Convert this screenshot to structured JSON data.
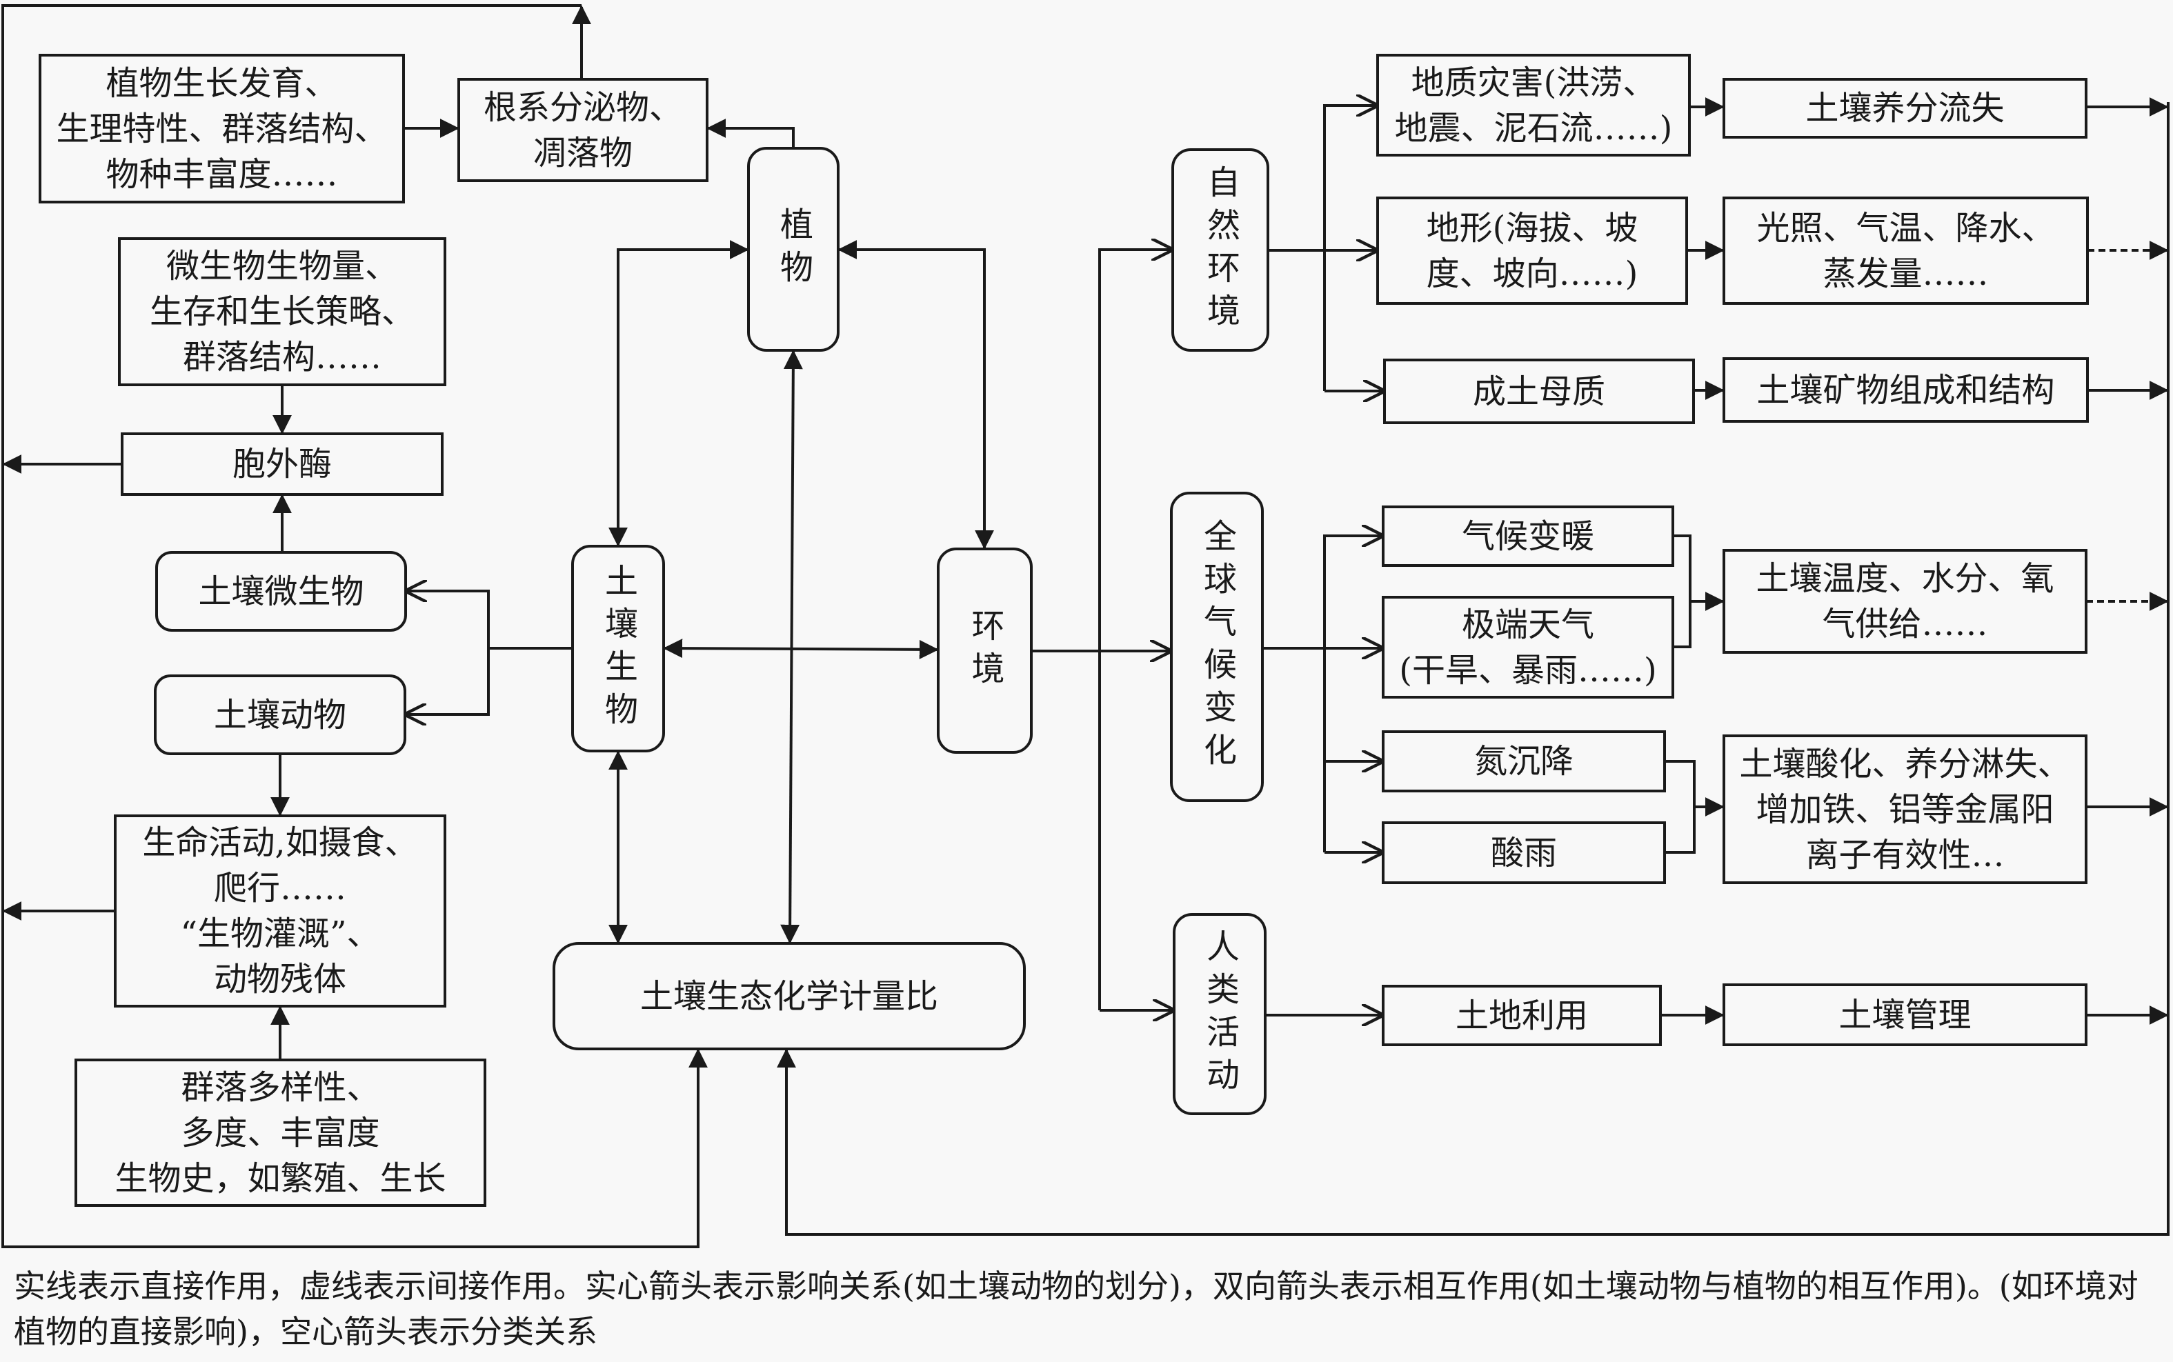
{
  "diagram": {
    "nodes": {
      "plant_growth": "植物生长发育、\n生理特性、群落结构、\n物种丰富度……",
      "root_exudates": "根系分泌物、\n凋落物",
      "plant": "植物",
      "microbe_biomass": "微生物生物量、\n生存和生长策略、\n群落结构……",
      "extracellular_enzyme": "胞外酶",
      "soil_microbes": "土壤微生物",
      "soil_animals": "土壤动物",
      "life_activities": "生命活动,如摄食、\n爬行……\n“生物灌溉”、\n动物残体",
      "community_diversity": "群落多样性、\n多度、丰富度\n生物史，如繁殖、生长",
      "soil_organisms": "土壤生物",
      "environment": "环境",
      "soil_stoichiometry": "土壤生态化学计量比",
      "natural_environment": "自然环境",
      "global_climate_change": "全球气候变化",
      "human_activities": "人类活动",
      "geological_hazards": "地质灾害(洪涝、\n地震、泥石流……)",
      "topography": "地形(海拔、坡\n度、坡向……)",
      "parent_material": "成土母质",
      "nutrient_loss": "土壤养分流失",
      "climate_factors": "光照、气温、降水、\n蒸发量……",
      "soil_mineral": "土壤矿物组成和结构",
      "warming": "气候变暖",
      "extreme_weather": "极端天气\n(干旱、暴雨……)",
      "soil_conditions": "土壤温度、水分、氧\n气供给……",
      "nitrogen_deposition": "氮沉降",
      "acid_rain": "酸雨",
      "acidification": "土壤酸化、养分淋失、\n增加铁、铝等金属阳\n离子有效性…",
      "land_use": "土地利用",
      "soil_management": "土壤管理"
    },
    "caption": "实线表示直接作用，虚线表示间接作用。实心箭头表示影响关系(如土壤动物的划分)，双向箭头表示相互作用(如土壤动物与植物的相互作用)。(如环境对植物的直接影响)，空心箭头表示分类关系",
    "colors": {
      "stroke": "#1a1a1a",
      "background": "#f8f8f8"
    },
    "edges": [
      {
        "from": "plant_growth",
        "to": "root_exudates",
        "style": "solid",
        "head": "filled"
      },
      {
        "from": "plant",
        "to": "root_exudates",
        "style": "solid",
        "head": "filled"
      },
      {
        "from": "root_exudates",
        "to": "outer_loop_top",
        "style": "solid",
        "head": "filled"
      },
      {
        "from": "microbe_biomass",
        "to": "extracellular_enzyme",
        "style": "solid",
        "head": "filled"
      },
      {
        "from": "soil_microbes",
        "to": "extracellular_enzyme",
        "style": "solid",
        "head": "filled"
      },
      {
        "from": "extracellular_enzyme",
        "to": "outer_loop_left",
        "style": "solid",
        "head": "filled"
      },
      {
        "from": "soil_organisms",
        "to": "soil_microbes",
        "style": "solid",
        "head": "open"
      },
      {
        "from": "soil_organisms",
        "to": "soil_animals",
        "style": "solid",
        "head": "open"
      },
      {
        "from": "soil_animals",
        "to": "life_activities",
        "style": "solid",
        "head": "filled"
      },
      {
        "from": "community_diversity",
        "to": "life_activities",
        "style": "solid",
        "head": "filled"
      },
      {
        "from": "life_activities",
        "to": "outer_loop_left",
        "style": "solid",
        "head": "filled"
      },
      {
        "from": "soil_organisms",
        "to": "plant",
        "style": "solid",
        "head": "double"
      },
      {
        "from": "plant",
        "to": "environment",
        "style": "solid",
        "head": "double"
      },
      {
        "from": "soil_organisms",
        "to": "environment",
        "style": "solid",
        "head": "double"
      },
      {
        "from": "soil_organisms",
        "to": "soil_stoichiometry",
        "style": "solid",
        "head": "double"
      },
      {
        "from": "plant",
        "to": "soil_stoichiometry",
        "style": "solid",
        "head": "double"
      },
      {
        "from": "environment",
        "to": "natural_environment",
        "style": "solid",
        "head": "open"
      },
      {
        "from": "environment",
        "to": "global_climate_change",
        "style": "solid",
        "head": "open"
      },
      {
        "from": "environment",
        "to": "human_activities",
        "style": "solid",
        "head": "open"
      },
      {
        "from": "natural_environment",
        "to": "geological_hazards",
        "style": "solid",
        "head": "open"
      },
      {
        "from": "natural_environment",
        "to": "topography",
        "style": "solid",
        "head": "open"
      },
      {
        "from": "natural_environment",
        "to": "parent_material",
        "style": "solid",
        "head": "open"
      },
      {
        "from": "geological_hazards",
        "to": "nutrient_loss",
        "style": "solid",
        "head": "filled"
      },
      {
        "from": "topography",
        "to": "climate_factors",
        "style": "solid",
        "head": "filled"
      },
      {
        "from": "parent_material",
        "to": "soil_mineral",
        "style": "solid",
        "head": "filled"
      },
      {
        "from": "global_climate_change",
        "to": "warming",
        "style": "solid",
        "head": "open"
      },
      {
        "from": "global_climate_change",
        "to": "extreme_weather",
        "style": "solid",
        "head": "open"
      },
      {
        "from": "global_climate_change",
        "to": "nitrogen_deposition",
        "style": "solid",
        "head": "open"
      },
      {
        "from": "global_climate_change",
        "to": "acid_rain",
        "style": "solid",
        "head": "open"
      },
      {
        "from": "warming",
        "to": "soil_conditions",
        "style": "solid",
        "head": "filled"
      },
      {
        "from": "extreme_weather",
        "to": "soil_conditions",
        "style": "solid",
        "head": "filled"
      },
      {
        "from": "nitrogen_deposition",
        "to": "acidification",
        "style": "solid",
        "head": "filled"
      },
      {
        "from": "acid_rain",
        "to": "acidification",
        "style": "solid",
        "head": "filled"
      },
      {
        "from": "human_activities",
        "to": "land_use",
        "style": "solid",
        "head": "open"
      },
      {
        "from": "land_use",
        "to": "soil_management",
        "style": "solid",
        "head": "filled"
      },
      {
        "from": "nutrient_loss",
        "to": "outer_loop_right",
        "style": "solid",
        "head": "filled"
      },
      {
        "from": "climate_factors",
        "to": "outer_loop_right",
        "style": "dashed",
        "head": "filled"
      },
      {
        "from": "soil_mineral",
        "to": "outer_loop_right",
        "style": "solid",
        "head": "filled"
      },
      {
        "from": "soil_conditions",
        "to": "outer_loop_right",
        "style": "dashed",
        "head": "filled"
      },
      {
        "from": "acidification",
        "to": "outer_loop_right",
        "style": "solid",
        "head": "filled"
      },
      {
        "from": "soil_management",
        "to": "outer_loop_right",
        "style": "solid",
        "head": "filled"
      },
      {
        "from": "outer_loop_right",
        "to": "soil_stoichiometry",
        "style": "solid",
        "head": "filled"
      },
      {
        "from": "outer_loop_left",
        "to": "soil_stoichiometry",
        "style": "solid",
        "head": "filled"
      }
    ]
  }
}
